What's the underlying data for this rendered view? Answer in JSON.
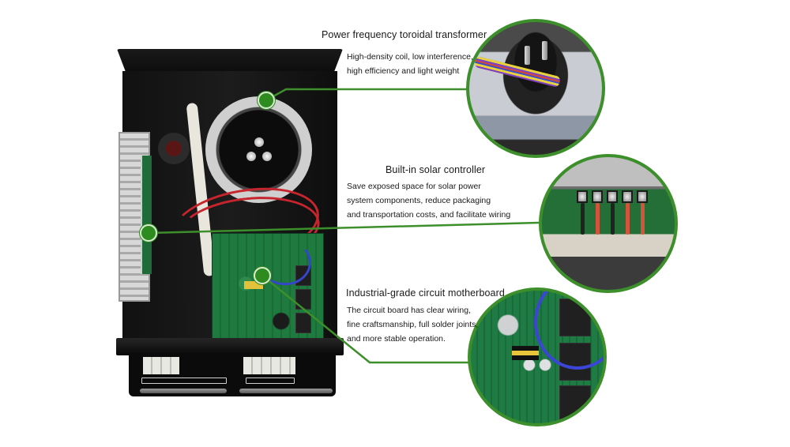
{
  "theme": {
    "accent_green": "#3c8f2a",
    "dot_green": "#2e8b1f",
    "background": "#ffffff",
    "text": "#1a1a1a"
  },
  "product": {
    "description": "Open inverter housing showing toroidal transformer, side-mounted solar controller heatsink, main circuit board and bottom terminal blocks"
  },
  "callouts": [
    {
      "id": "transformer",
      "title": "Power frequency toroidal transformer",
      "lines": [
        "High-density coil, low interference,",
        "high efficiency and light weight"
      ],
      "detail_image": "toroidal-transformer-closeup"
    },
    {
      "id": "solar_controller",
      "title": "Built-in solar controller",
      "lines": [
        "Save exposed space for solar power",
        "system components, reduce packaging",
        "and transportation costs, and facilitate wiring"
      ],
      "detail_image": "solar-controller-closeup"
    },
    {
      "id": "motherboard",
      "title": "Industrial-grade circuit motherboard",
      "lines": [
        "The circuit board has clear wiring,",
        "fine craftsmanship, full solder joints,",
        "and more stable operation."
      ],
      "detail_image": "circuit-board-closeup"
    }
  ]
}
